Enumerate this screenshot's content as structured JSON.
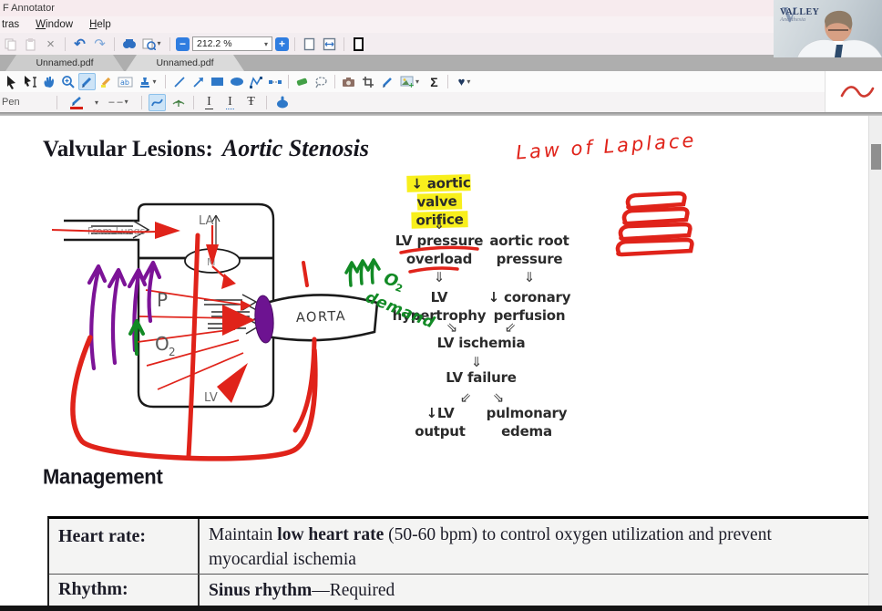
{
  "window": {
    "title": "F Annotator"
  },
  "menu": {
    "item1": "tras",
    "item2_key": "W",
    "item2_rest": "indow",
    "item3_key": "H",
    "item3_rest": "elp"
  },
  "toolbar": {
    "delete": "×",
    "undo": "↶",
    "redo": "↷",
    "caret": "▾",
    "minus": "−",
    "plus": "+",
    "zoom_value": "212.2 %",
    "line": "/",
    "arrow": "↗",
    "sigma": "Σ",
    "heart": "♥",
    "textbox_label": "ab",
    "dash_preview": "– –",
    "i_underline": "I",
    "i_baseline": "I",
    "t_strike": "Ŧ"
  },
  "tabs": {
    "tab1": "Unnamed.pdf",
    "tab2": "Unnamed.pdf"
  },
  "pen_bar": {
    "label": "Pen"
  },
  "webcam": {
    "logo": "Valley",
    "logo_sub": "Anesthesia",
    "logo_v": "V"
  },
  "page": {
    "title": "Valvular Lesions:",
    "title_em": "Aortic Stenosis",
    "heading2": "Management"
  },
  "flow": {
    "orifice1": "↓ aortic valve",
    "orifice2": "orifice",
    "lv_pressure1": "LV pressure",
    "lv_pressure2": "overload",
    "aortic_root1": "aortic root",
    "aortic_root2": "pressure",
    "lvh1": "LV",
    "lvh2": "hypertrophy",
    "coronary1": "↓ coronary",
    "coronary2": "perfusion",
    "ischemia": "LV ischemia",
    "failure": "LV failure",
    "output1": "↓LV",
    "output2": "output",
    "edema1": "pulmonary",
    "edema2": "edema",
    "arrow_down": "⇓",
    "arrow_se": "⇘",
    "arrow_sw": "⇙"
  },
  "diagram": {
    "la": "LA",
    "m": "M",
    "lv": "LV",
    "p": "P",
    "o": "O",
    "o_sub": "2",
    "aorta": "AORTA",
    "from_lungs": "From Lungs"
  },
  "ink": {
    "laplace": "Law of Laplace",
    "o": "O",
    "o_sub": "2",
    "demand": "demand"
  },
  "table": {
    "rows": [
      {
        "label": "Heart rate:",
        "pre": "Maintain ",
        "bold": "low heart rate",
        "post": " (50-60 bpm) to control oxygen utilization and prevent",
        "line2": "myocardial ischemia"
      },
      {
        "label": "Rhythm:",
        "pre": "",
        "bold": "Sinus rhythm",
        "post": "—Required",
        "line2": ""
      }
    ]
  },
  "colors": {
    "annotation_red": "#e0231a",
    "annotation_purple": "#7c1397",
    "annotation_green": "#128a25",
    "highlight_yellow": "#f8ef1c",
    "tool_blue": "#2e6fc2"
  }
}
